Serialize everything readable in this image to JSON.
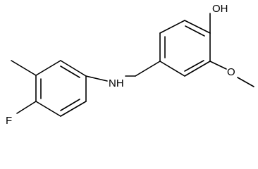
{
  "molecule": {
    "atoms": {
      "oh": "OH",
      "ome_o": "O",
      "nh": "NH",
      "f": "F"
    }
  },
  "colors": {
    "bond": "#000000",
    "background": "#ffffff"
  }
}
